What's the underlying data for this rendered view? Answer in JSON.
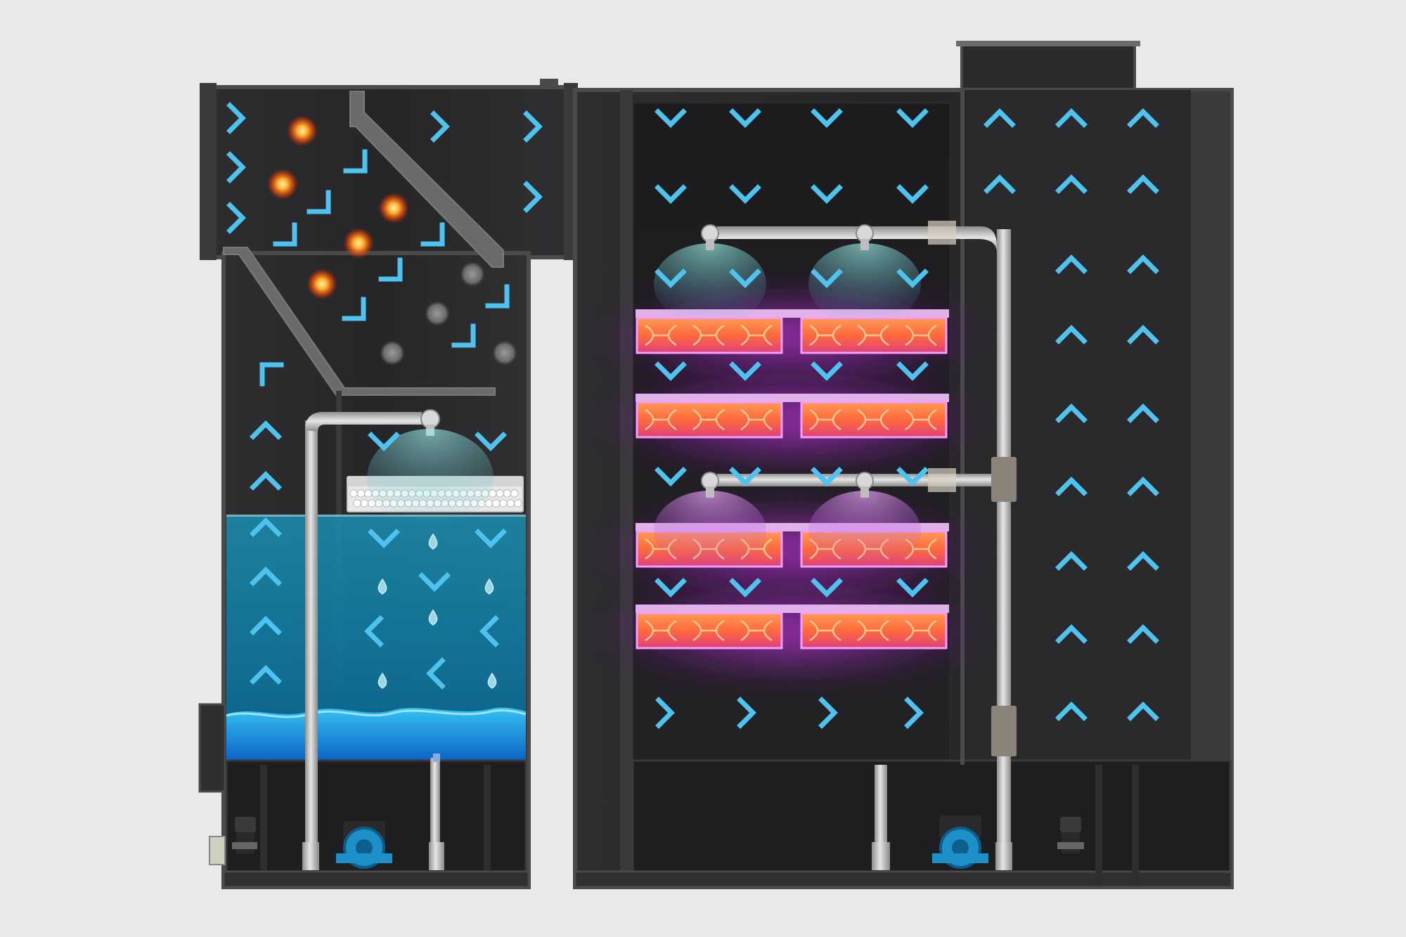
{
  "figure": {
    "background": "#e9e9e9",
    "colors": {
      "housing": "#2b2b2d",
      "housing_edge": "#4a4a4d",
      "panel": "#1f1f21",
      "airflow_arrow": "#4fc3f0",
      "water_top": "#1fa8c9",
      "water_bottom": "#0b6fb8",
      "pipe": "#c9c9c9",
      "pump": "#1e90c8",
      "uv_glow": "#c026d3",
      "uv_lamp": "#ff7a3a",
      "spark": "#ff8a1c",
      "dust": "#8a8a8a"
    }
  },
  "left_unit": {
    "name": "scrubber-tower",
    "components": [
      "inlet-duct",
      "baffle-channel",
      "particle-separator",
      "spray-nozzle",
      "media-filter",
      "water-tank",
      "return-pipe",
      "circulation-pump",
      "solenoid-valve",
      "drain-fitting"
    ]
  },
  "right_unit": {
    "name": "uv-oxidation-chamber",
    "components": [
      "spray-manifold-upper",
      "spray-manifold-lower",
      "uv-lamp-rack-1",
      "uv-lamp-rack-2",
      "uv-lamp-rack-3",
      "uv-lamp-rack-4",
      "riser-pipe",
      "exhaust-stack",
      "circulation-pump",
      "solenoid-valve"
    ]
  },
  "icons": {
    "airflow": "chevron-arrow-icon",
    "droplet": "water-droplet-icon",
    "spark": "spark-particle-icon",
    "dust": "dust-particle-icon",
    "nozzle": "spray-nozzle-icon",
    "pump": "pump-icon",
    "valve": "valve-icon"
  }
}
